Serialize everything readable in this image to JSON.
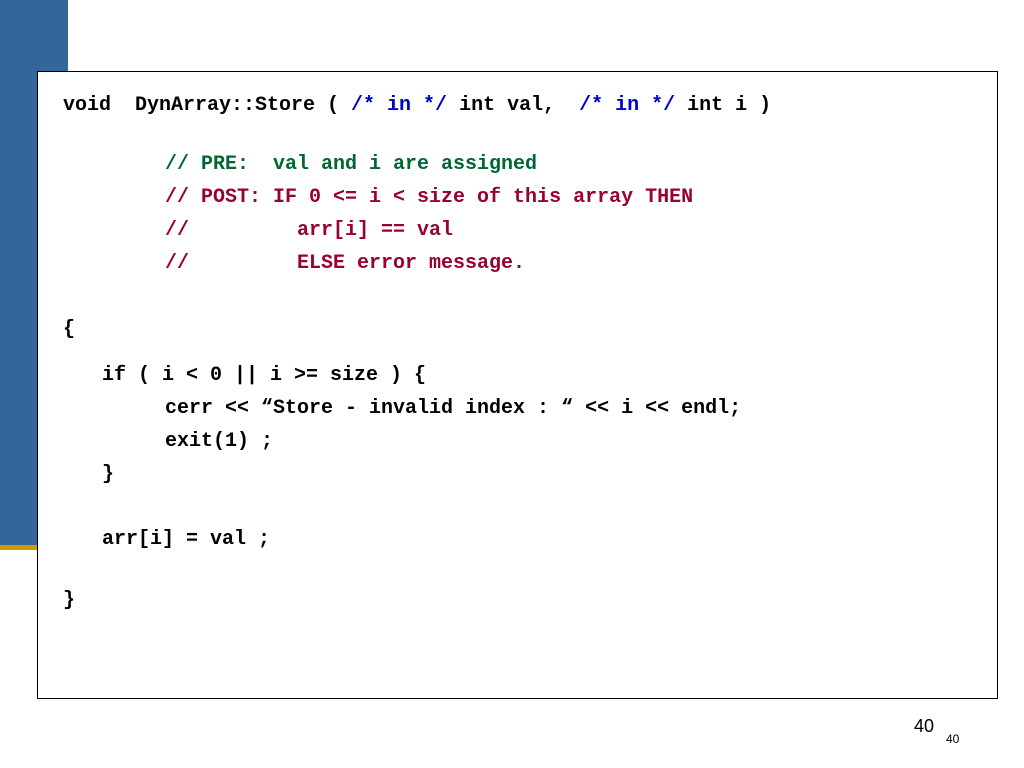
{
  "colors": {
    "sidebar": "#336699",
    "accent_stripe": "#cc9900",
    "comment_pre": "#006633",
    "comment_post": "#990033",
    "param_comment": "#0000cc"
  },
  "code": {
    "signature": {
      "prefix": "void  DynArray::Store ( ",
      "comment1": "/* in */",
      "mid": " int val,  ",
      "comment2": "/* in */",
      "suffix": " int i )"
    },
    "pre_comment": "// PRE:  val and i are assigned",
    "post_comment_1": "// POST: IF 0 <= i < size of this array THEN",
    "post_comment_2": "//         arr[i] == val",
    "post_comment_3": "//         ELSE error message.",
    "open_brace": "{",
    "if_line": "if ( i < 0 || i >= size ) {",
    "cerr_line": "cerr << “Store - invalid index : “ << i << endl;",
    "exit_line": "exit(1) ;",
    "close_if": "}",
    "assign_line": "arr[i] = val ;",
    "close_brace": "}"
  },
  "footer": {
    "slide_number_large": "40",
    "slide_number_small": "40"
  }
}
